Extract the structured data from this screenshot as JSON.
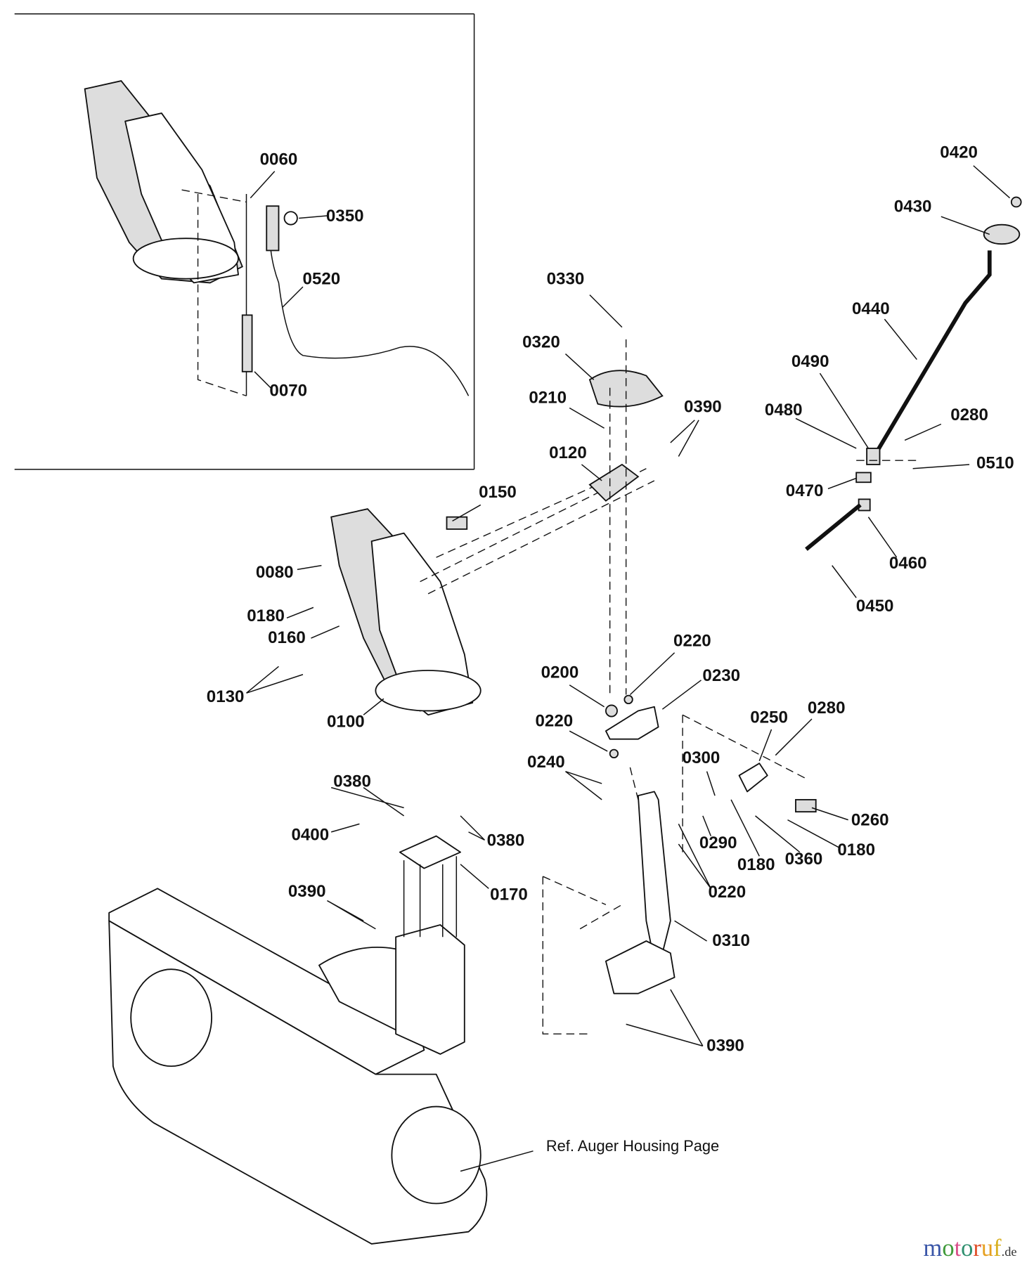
{
  "inset": {
    "labels": [
      "0060",
      "0350",
      "0520",
      "0070"
    ]
  },
  "shift_lever": {
    "labels": [
      "0420",
      "0430",
      "0440",
      "0490",
      "0480",
      "0280",
      "0510",
      "0470",
      "0460",
      "0450"
    ]
  },
  "chute": {
    "labels": [
      "0330",
      "0320",
      "0210",
      "0390",
      "0120",
      "0150",
      "0080",
      "0180",
      "0160",
      "0130",
      "0100"
    ]
  },
  "linkage": {
    "labels": [
      "0220",
      "0200",
      "0230",
      "0220",
      "0250",
      "0280",
      "0240",
      "0300",
      "0380",
      "0400",
      "0380",
      "0290",
      "0180",
      "0360",
      "0180",
      "0260",
      "0220",
      "0170",
      "0390",
      "0310",
      "0390"
    ]
  },
  "reference_note": "Ref. Auger Housing Page",
  "watermark": {
    "text": "motoruf",
    "suffix": ".de",
    "colors": [
      "#3a56a8",
      "#3f9a3a",
      "#d94f8a",
      "#2f8f6f",
      "#e0502a",
      "#e6a020",
      "#d8b020"
    ]
  }
}
